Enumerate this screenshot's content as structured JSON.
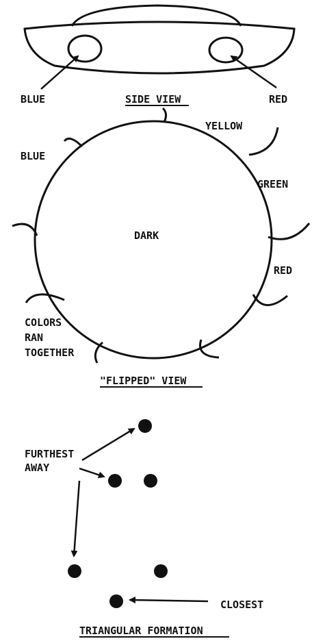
{
  "side_view": {
    "title": "SIDE VIEW",
    "left_label": "BLUE",
    "right_label": "RED"
  },
  "flipped_view": {
    "title": "\"FLIPPED\" VIEW",
    "center_label": "DARK",
    "labels": {
      "blue": "BLUE",
      "yellow": "YELLOW",
      "green": "GREEN",
      "red": "RED",
      "colors_1": "COLORS",
      "colors_2": "RAN",
      "colors_3": "TOGETHER"
    }
  },
  "triangular_formation": {
    "title": "TRIANGULAR FORMATION",
    "furthest_1": "FURTHEST",
    "furthest_2": "AWAY",
    "closest": "CLOSEST"
  }
}
